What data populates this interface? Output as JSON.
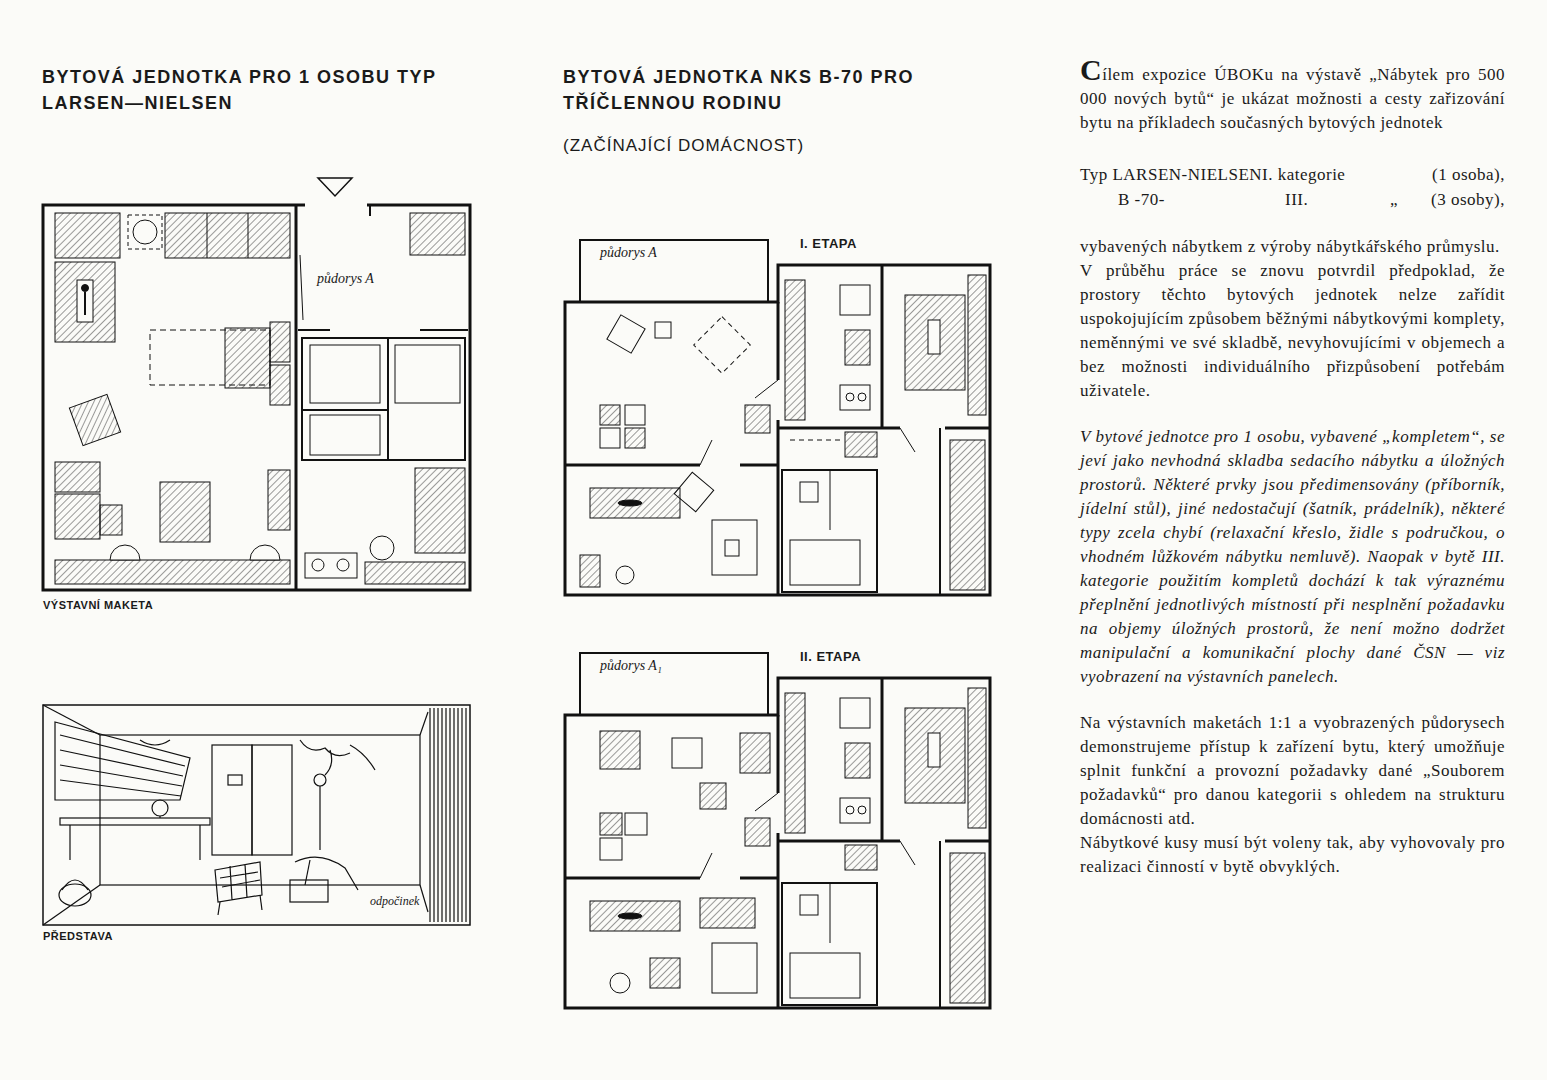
{
  "diagram": {
    "nodes": [
      {
        "text": [
          "půdorys A",
          "VÝSTAVNÍ MAKETA"
        ]
      },
      {
        "text": [
          "odpočinek",
          "PŘEDSTAVA"
        ]
      },
      {
        "text": [
          "I. ETAPA",
          "půdorys A"
        ]
      },
      {
        "text": [
          "II. ETAPA",
          "půdorys A₁"
        ]
      }
    ],
    "edges": [],
    "labels": [
      "BYTOVÁ JEDNOTKA PRO 1 OSOBU TYP LARSEN—NIELSEN",
      "BYTOVÁ JEDNOTKA NKS B-70 PRO TŘÍČLENNOU RODINU",
      "(ZAČÍNAJÍCÍ DOMÁCNOST)",
      "Cílem expozice ÚBOKu na výstavě „Nábytek pro 500 000 nových bytů“ je ukázat možnosti a cesty zařizování bytu na příkladech současných bytových jednotek",
      "Typ LARSEN-NIELSEN",
      "I. kategorie",
      "(1 osoba),",
      "B -70-",
      "III.",
      "„",
      "(3 osoby),",
      "vybavených nábytkem z výroby nábytkářského průmyslu.",
      "V průběhu práce se znovu potvrdil předpoklad, že prostory těchto bytových jednotek nelze zařídit uspokojujícím způsobem běžnými nábytkovými komplety, neměnnými ve své skladbě, nevyhovujícími v objemech a bez možnosti individuálního přizpůsobení potřebám uživatele.",
      "V bytové jednotce pro 1 osobu, vybavené „kompletem“, se jeví jako nevhodná skladba sedacího nábytku a úložných prostorů. Některé prvky jsou předimensovány (příborník, jídelní stůl), jiné nedostačují (šatník, prádelník), některé typy zcela chybí (relaxační křeslo, židle s područkou, o vhodném lůžkovém nábytku nemluvě). Naopak v bytě III. kategorie použitím kompletů dochází k tak výraznému přeplnění jednotlivých místností při nesplnění požadavku na objemy úložných prostorů, že není možno dodržet manipulační a komunikační plochy dané ČSN — viz vyobrazení na výstavních panelech.",
      "Na výstavních maketách 1:1 a vyobrazených půdorysech demonstrujeme přístup k zařízení bytu, který umožňuje splnit funkční a provozní požadavky dané „Souborem požadavků“ pro danou kategorii s ohledem na strukturu domácnosti atd.",
      "Nábytkové kusy musí být voleny tak, aby vyhovovaly pro realizaci činností v bytě obvyklých."
    ]
  }
}
